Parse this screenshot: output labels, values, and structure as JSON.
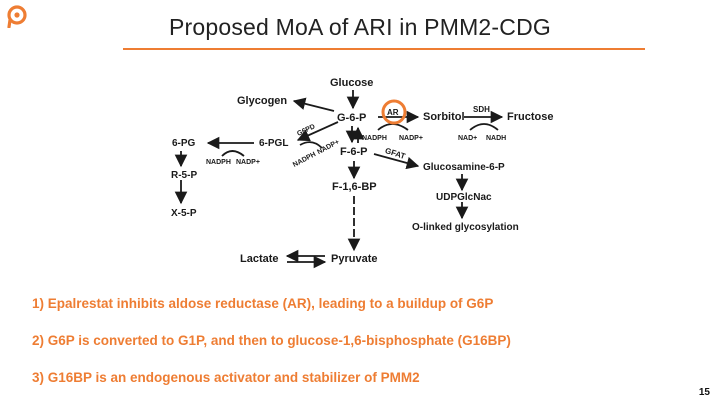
{
  "slide": {
    "title": "Proposed MoA of ARI in PMM2-CDG",
    "accent_color": "#ee7d33",
    "logo_icon": "orange-circle-logo-icon",
    "page_number": "15"
  },
  "diagram": {
    "glucose": "Glucose",
    "glycogen": "Glycogen",
    "g6p": "G-6-P",
    "ar": "AR",
    "sorbitol": "Sorbitol",
    "sdh": "SDH",
    "fructose": "Fructose",
    "nadph_ar": "NADPH",
    "nadp_ar": "NADP+",
    "nad_sdh": "NAD+",
    "nadh_sdh": "NADH",
    "g6pd": "G6PD",
    "pg6": "6-PG",
    "pgl6": "6-PGL",
    "nadph_left": "NADPH",
    "nadp_left": "NADP+",
    "nadph_g6pd": "NADPH",
    "nadp_g6pd": "NADP+",
    "f6p": "F-6-P",
    "gfat": "GFAT",
    "glucosamine6p": "Glucosamine-6-P",
    "udpglcnac": "UDPGlcNac",
    "olinked": "O-linked glycosylation",
    "r5p": "R-5-P",
    "x5p": "X-5-P",
    "f16bp": "F-1,6-BP",
    "lactate": "Lactate",
    "pyruvate": "Pyruvate"
  },
  "points": [
    "1) Epalrestat inhibits aldose reductase (AR), leading to a buildup of G6P",
    "2) G6P is converted to G1P, and then to glucose-1,6-bisphosphate (G16BP)",
    "3) G16BP is an endogenous activator and stabilizer of PMM2"
  ]
}
